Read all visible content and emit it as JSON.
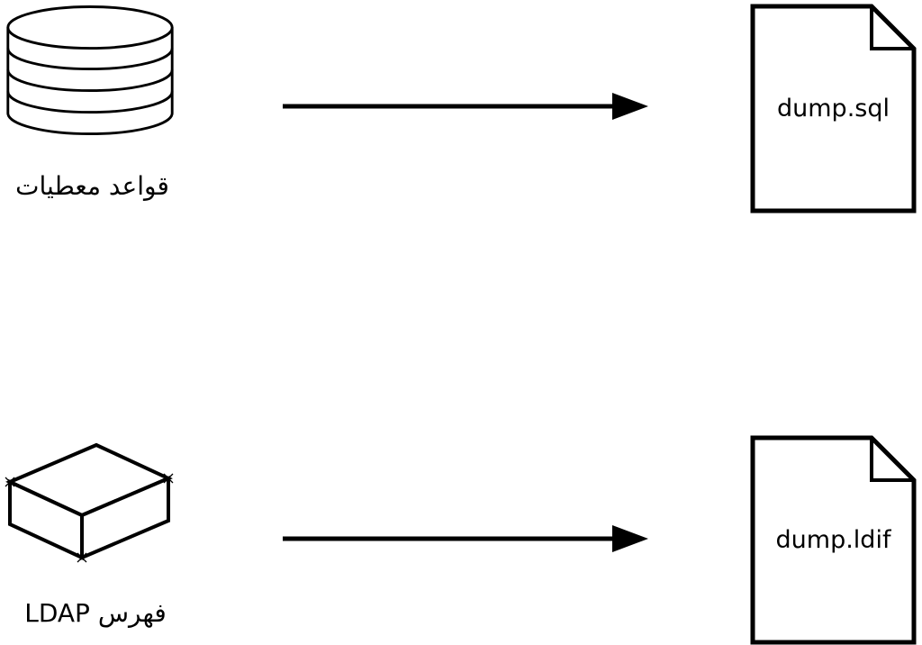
{
  "diagram": {
    "background_color": "#ffffff",
    "stroke_color": "#000000",
    "text_color": "#000000",
    "rows": [
      {
        "source": {
          "icon": "database-cylinder",
          "label": "قواعد معطيات"
        },
        "connector": {
          "icon": "right-arrow"
        },
        "target": {
          "icon": "document-with-folded-corner",
          "file_name": "dump.sql"
        }
      },
      {
        "source": {
          "icon": "ldap-directory-box",
          "label": "فهرس LDAP"
        },
        "connector": {
          "icon": "right-arrow"
        },
        "target": {
          "icon": "document-with-folded-corner",
          "file_name": "dump.ldif"
        }
      }
    ]
  }
}
